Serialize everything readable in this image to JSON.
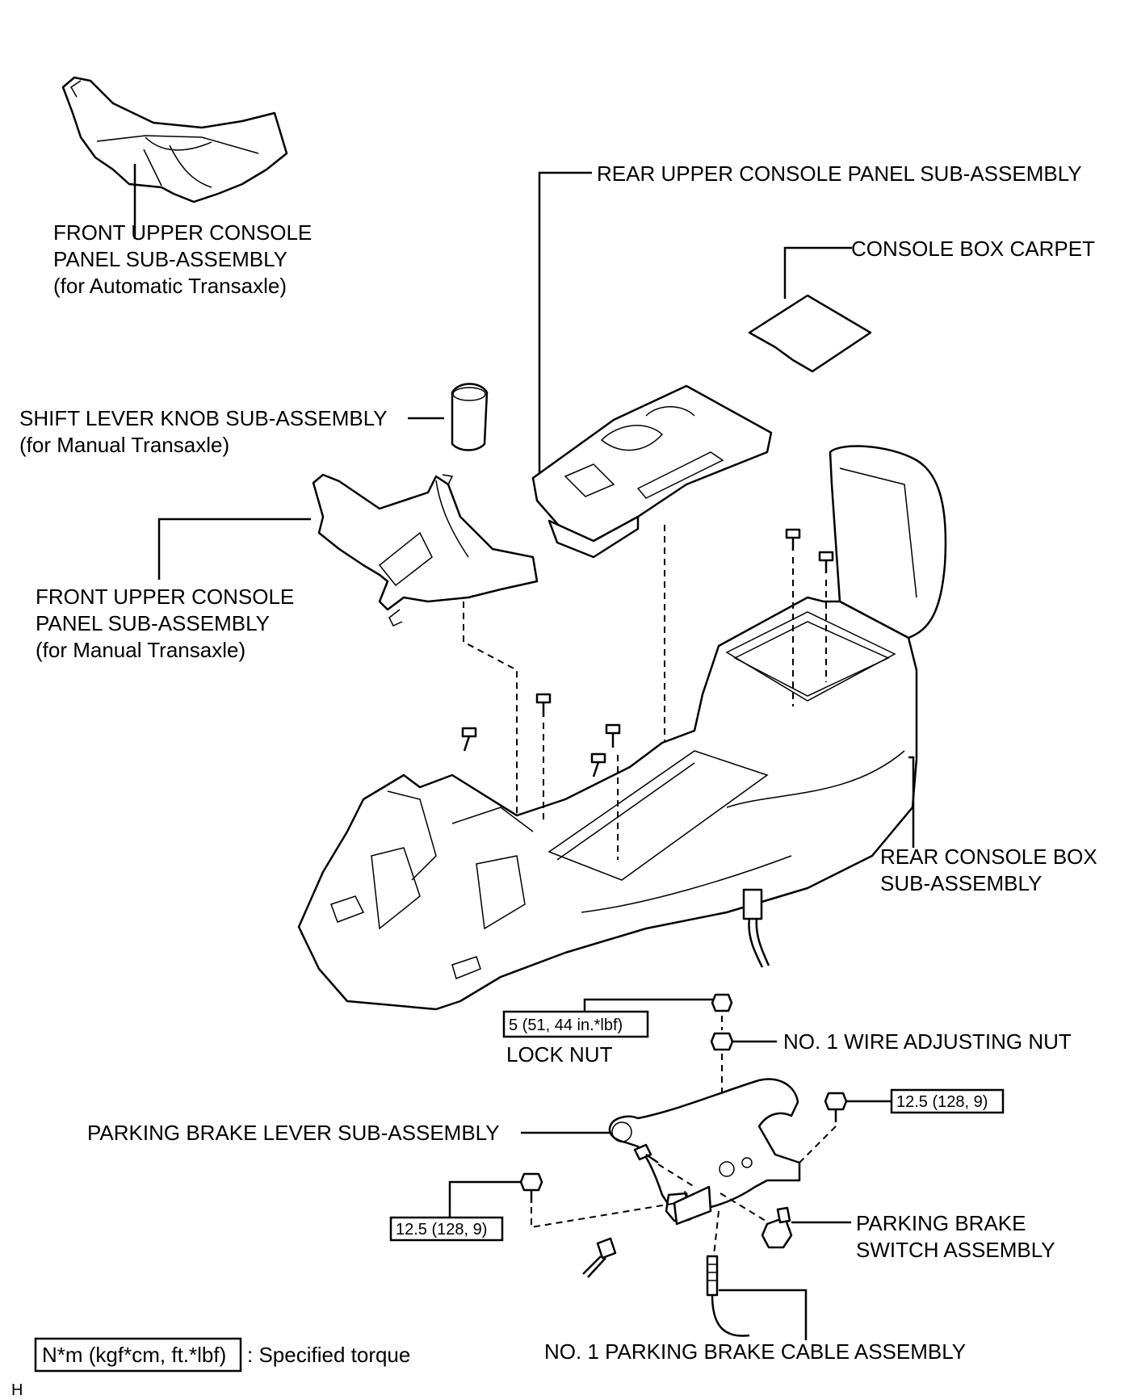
{
  "labels": {
    "front_upper_at": [
      "FRONT UPPER CONSOLE",
      "PANEL SUB-ASSEMBLY",
      "(for Automatic Transaxle)"
    ],
    "rear_upper_panel": "REAR UPPER CONSOLE PANEL SUB-ASSEMBLY",
    "console_box_carpet": "CONSOLE BOX CARPET",
    "shift_knob": [
      "SHIFT LEVER KNOB SUB-ASSEMBLY",
      "(for Manual Transaxle)"
    ],
    "front_upper_mt": [
      "FRONT UPPER CONSOLE",
      "PANEL SUB-ASSEMBLY",
      "(for Manual Transaxle)"
    ],
    "rear_console_box": [
      "REAR CONSOLE BOX",
      "SUB-ASSEMBLY"
    ],
    "lock_nut": "LOCK NUT",
    "wire_adjusting_nut": "NO. 1 WIRE ADJUSTING NUT",
    "parking_brake_lever": "PARKING BRAKE LEVER SUB-ASSEMBLY",
    "parking_brake_switch": [
      "PARKING BRAKE",
      "SWITCH ASSEMBLY"
    ],
    "parking_brake_cable": "NO. 1 PARKING BRAKE CABLE ASSEMBLY"
  },
  "torques": {
    "lock_nut": "5 (51, 44 in.*lbf)",
    "lever_right": "12.5 (128, 9)",
    "lever_left": "12.5 (128, 9)"
  },
  "legend": {
    "units": "N*m (kgf*cm, ft.*lbf)",
    "text": ": Specified torque"
  },
  "corner_mark": "H"
}
